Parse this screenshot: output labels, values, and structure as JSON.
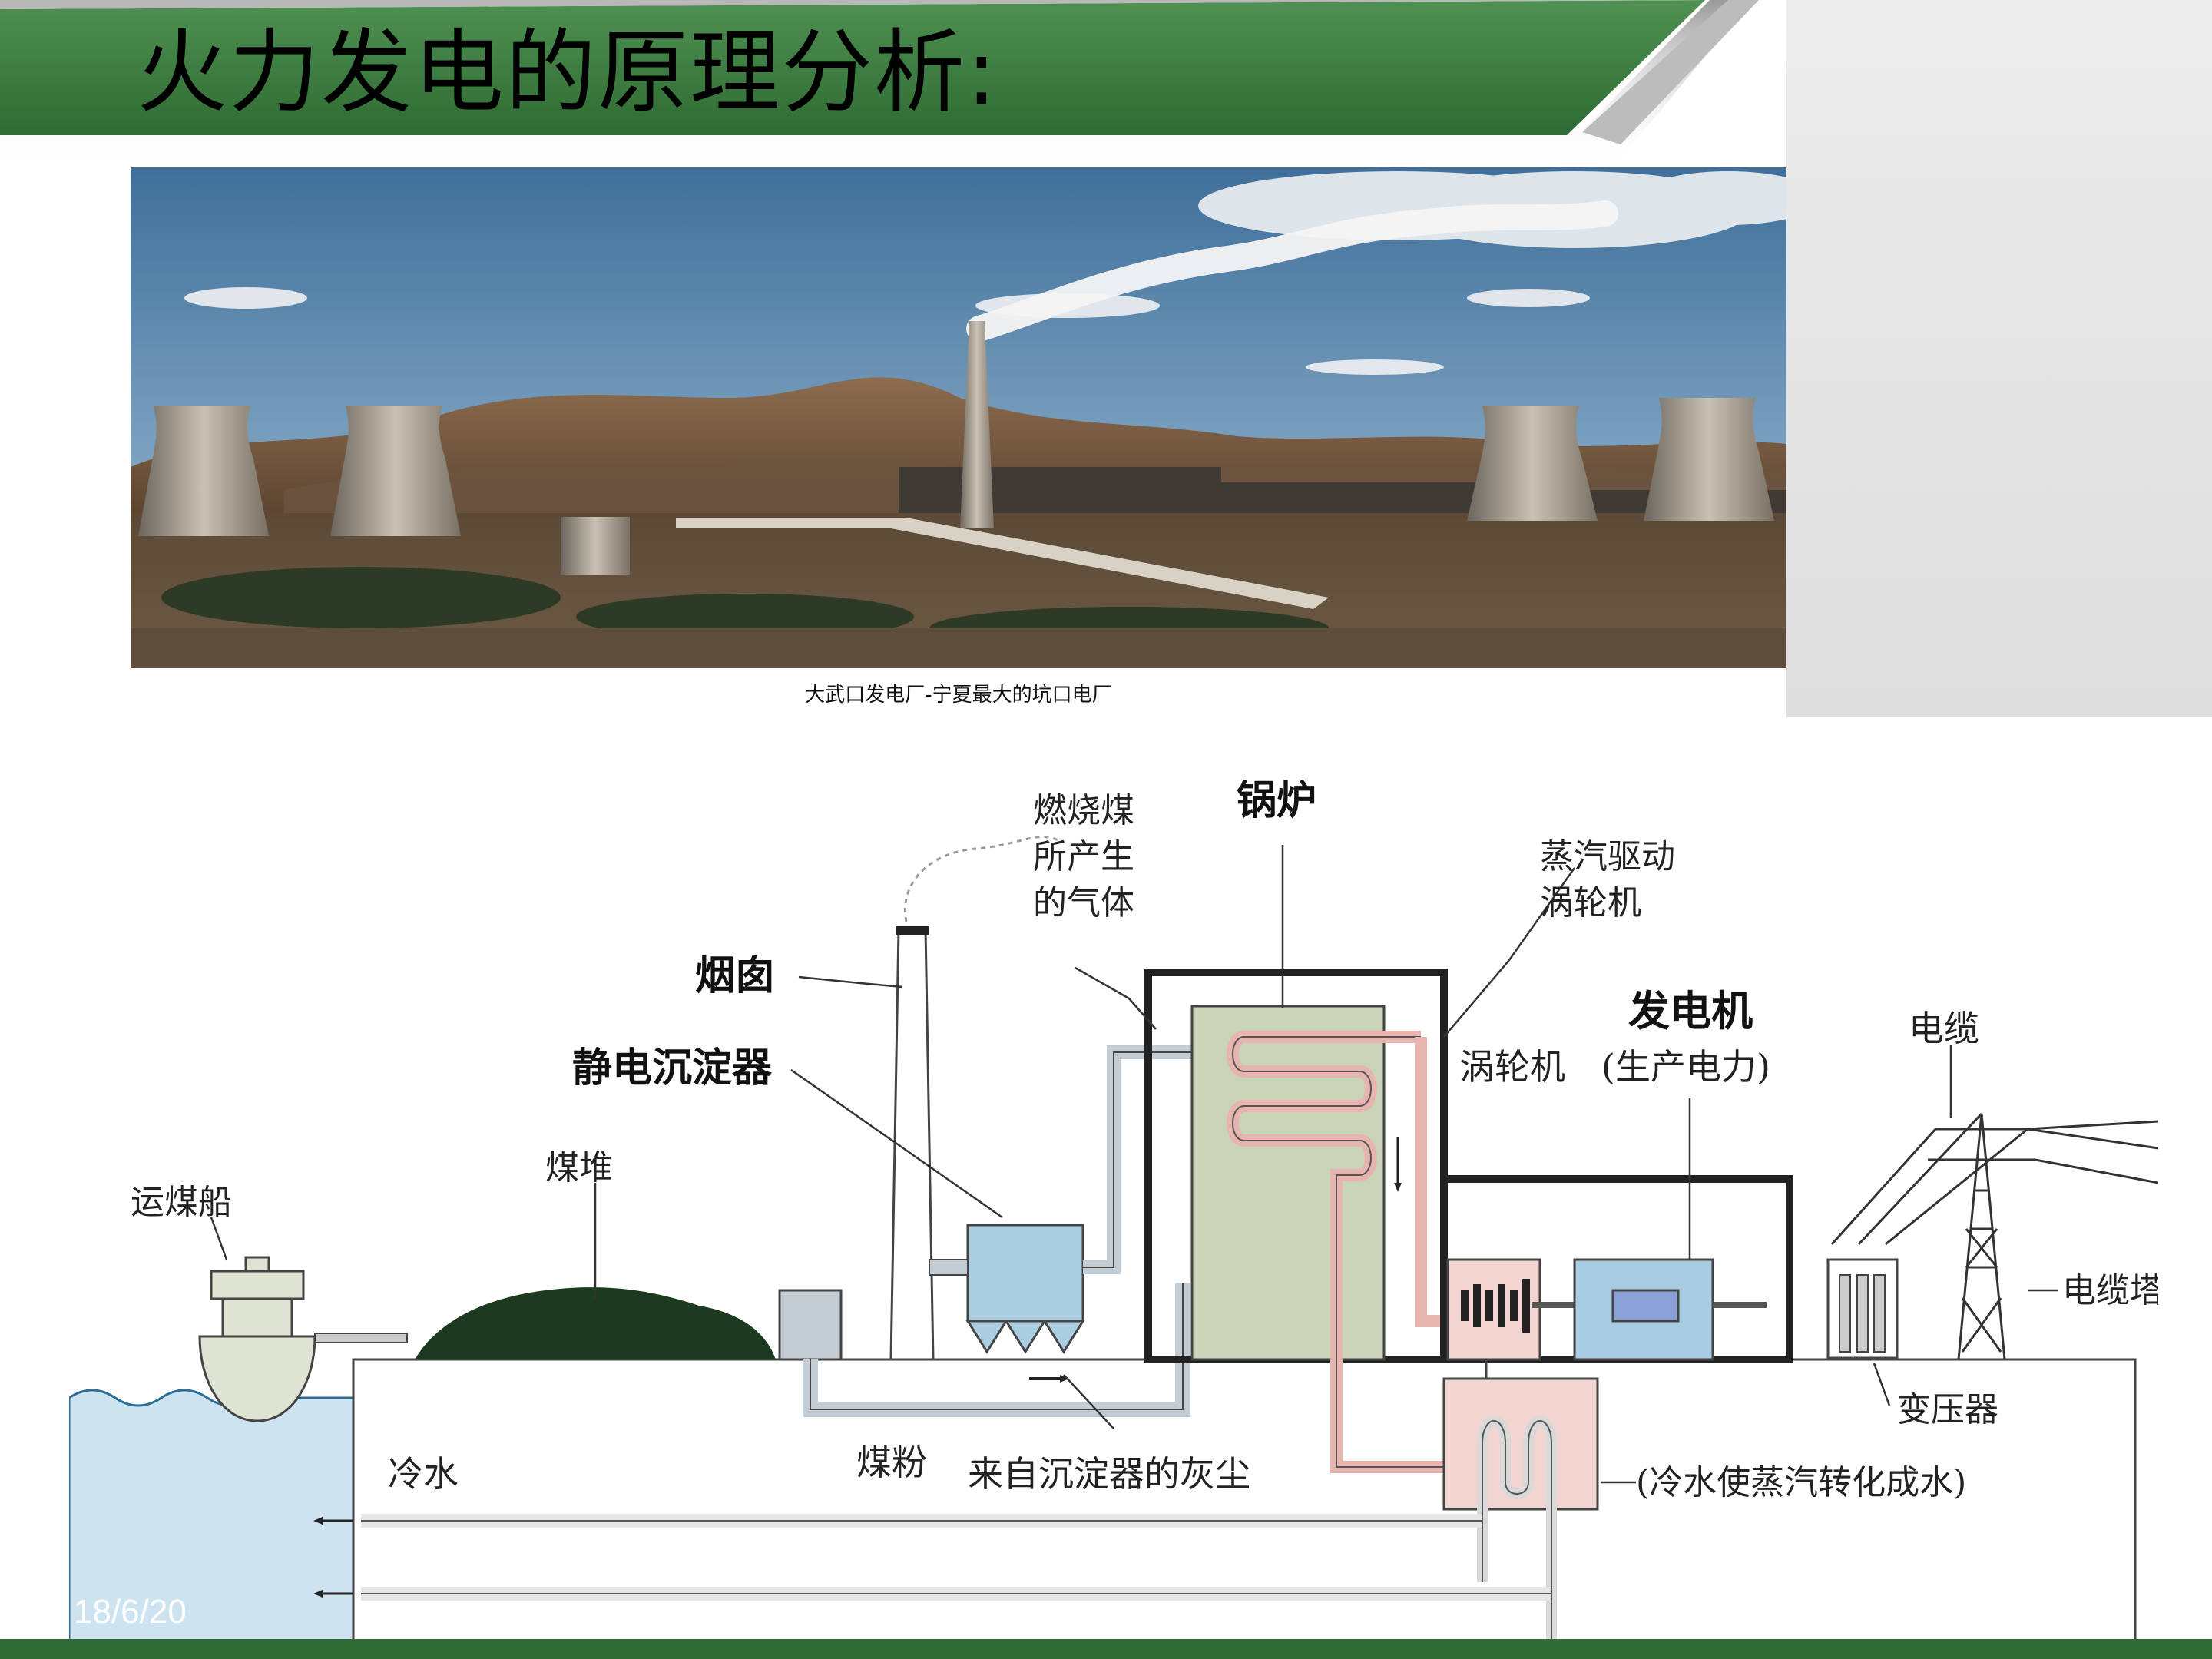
{
  "slide": {
    "title": "火力发电的原理分析:",
    "date": "18/6/20"
  },
  "photo": {
    "caption": "大武口发电厂-宁夏最大的坑口电厂"
  },
  "diagram": {
    "labels": {
      "boiler": "锅炉",
      "gas_line1": "燃烧煤",
      "gas_line2": "所产生",
      "gas_line3": "的气体",
      "steam_line1": "蒸汽驱动",
      "steam_line2": "涡轮机",
      "chimney": "烟囱",
      "precipitator": "静电沉淀器",
      "generator": "发电机",
      "generator_sub": "(生产电力)",
      "turbine": "涡轮机",
      "cable": "电缆",
      "ship": "运煤船",
      "coal_pile": "煤堆",
      "cable_tower": "电缆塔",
      "transformer": "变压器",
      "cold_water": "冷水",
      "coal_powder": "煤粉",
      "ash": "来自沉淀器的灰尘",
      "condenser": "(冷水使蒸汽转化成水)"
    },
    "colors": {
      "boiler": "#c9d3b6",
      "precipitator": "#aacde2",
      "generator": "#a8cde2",
      "condenser": "#f2d4d0",
      "water": "#cde4f0",
      "coal": "#1c3a20"
    }
  },
  "theme": {
    "banner_green": "#3b7d3f",
    "footer_green": "#2e6b35"
  }
}
